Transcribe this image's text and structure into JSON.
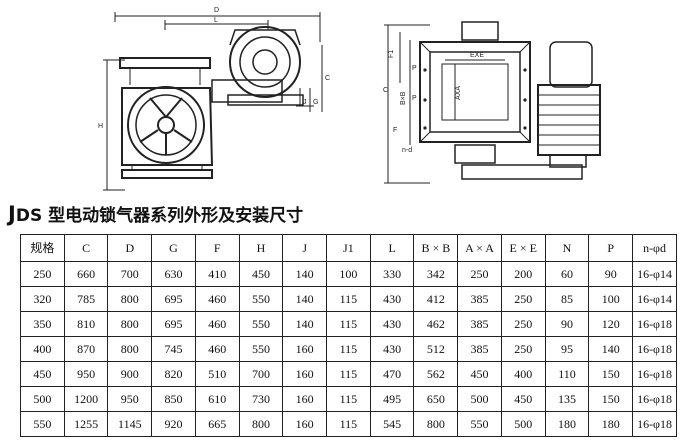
{
  "title": {
    "lead": "J",
    "text": "DS 型电动锁气器系列外形及安装尺寸"
  },
  "drawing_labels": {
    "left": {
      "D": "D",
      "L": "L",
      "C": "C",
      "H": "H",
      "J": "J",
      "G": "G"
    },
    "right": {
      "F1": "F1",
      "BxB": "B×B",
      "C": "C",
      "F": "F",
      "P_top": "P",
      "P_mid": "P",
      "EXE": "EXE",
      "AXA": "AXA",
      "nd": "n-d"
    }
  },
  "table": {
    "headers": [
      "规格",
      "C",
      "D",
      "G",
      "F",
      "H",
      "J",
      "J1",
      "L",
      "B × B",
      "A × A",
      "E × E",
      "N",
      "P",
      "n-φd"
    ],
    "rows": [
      [
        "250",
        "660",
        "700",
        "630",
        "410",
        "450",
        "140",
        "100",
        "330",
        "342",
        "250",
        "200",
        "60",
        "90",
        "16-φ14"
      ],
      [
        "320",
        "785",
        "800",
        "695",
        "460",
        "550",
        "140",
        "115",
        "430",
        "412",
        "385",
        "250",
        "85",
        "100",
        "16-φ14"
      ],
      [
        "350",
        "810",
        "800",
        "695",
        "460",
        "550",
        "140",
        "115",
        "430",
        "462",
        "385",
        "250",
        "90",
        "120",
        "16-φ18"
      ],
      [
        "400",
        "870",
        "800",
        "745",
        "460",
        "550",
        "160",
        "115",
        "430",
        "512",
        "385",
        "250",
        "95",
        "140",
        "16-φ18"
      ],
      [
        "450",
        "950",
        "900",
        "820",
        "510",
        "700",
        "160",
        "115",
        "470",
        "562",
        "450",
        "400",
        "110",
        "150",
        "16-φ18"
      ],
      [
        "500",
        "1200",
        "950",
        "850",
        "610",
        "730",
        "160",
        "115",
        "495",
        "650",
        "500",
        "450",
        "135",
        "150",
        "16-φ18"
      ],
      [
        "550",
        "1255",
        "1145",
        "920",
        "665",
        "800",
        "160",
        "115",
        "545",
        "800",
        "550",
        "500",
        "180",
        "180",
        "16-φ18"
      ]
    ]
  }
}
